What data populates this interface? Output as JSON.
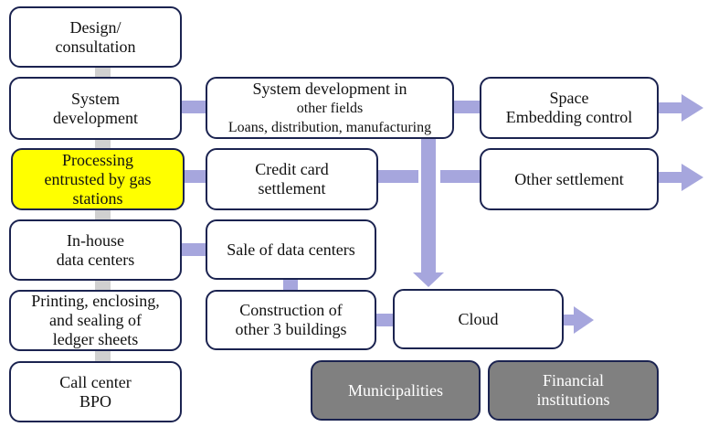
{
  "colors": {
    "box_border": "#1b2350",
    "highlight_fill": "#ffff00",
    "dark_fill": "#808080",
    "spine_gray": "#d0d0d0",
    "connector_lavender": "#a6a6dd"
  },
  "left_column": [
    {
      "id": "design",
      "lines": [
        "Design/",
        "consultation"
      ]
    },
    {
      "id": "system-development",
      "lines": [
        "System",
        "development"
      ]
    },
    {
      "id": "gas-stations",
      "lines": [
        "Processing",
        "entrusted by gas",
        "stations"
      ],
      "highlighted": true
    },
    {
      "id": "in-house-dc",
      "lines": [
        "In-house",
        "data centers"
      ]
    },
    {
      "id": "printing",
      "lines": [
        "Printing, enclosing,",
        "and sealing of",
        "ledger sheets"
      ]
    },
    {
      "id": "call-center",
      "lines": [
        "Call center",
        "BPO"
      ]
    }
  ],
  "middle_column": {
    "other_fields": {
      "lines": [
        "System development in",
        "other fields",
        "Loans, distribution, manufacturing"
      ]
    },
    "credit_card": {
      "lines": [
        "Credit card",
        "settlement"
      ]
    },
    "sale_dc": {
      "lines": [
        "Sale of data centers"
      ]
    },
    "construction": {
      "lines": [
        "Construction of",
        "other 3 buildings"
      ]
    }
  },
  "right_column": {
    "space": {
      "lines": [
        "Space",
        "Embedding control"
      ]
    },
    "other_settlement": {
      "lines": [
        "Other settlement"
      ]
    },
    "cloud": {
      "lines": [
        "Cloud"
      ]
    }
  },
  "bottom_row": {
    "municipalities": {
      "lines": [
        "Municipalities"
      ]
    },
    "financial": {
      "lines": [
        "Financial",
        "institutions"
      ]
    }
  }
}
